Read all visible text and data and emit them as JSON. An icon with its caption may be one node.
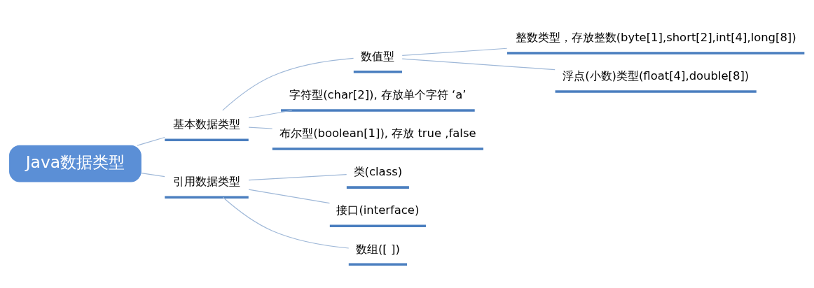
{
  "diagram": {
    "nodes": [
      {
        "text": [
          "Java数据类型"
        ]
      },
      {
        "text": [
          "基本数据类型"
        ]
      },
      {
        "text": [
          "引用数据类型"
        ]
      },
      {
        "text": [
          "数值型"
        ]
      },
      {
        "text": [
          "字符型(char[2]), 存放单个字符 ‘a’"
        ]
      },
      {
        "text": [
          "布尔型(boolean[1]), 存放 true ,false"
        ]
      },
      {
        "text": [
          "整数类型，存放整数(byte[1],short[2],int[4],long[8])"
        ]
      },
      {
        "text": [
          "浮点(小数)类型(float[4],double[8])"
        ]
      },
      {
        "text": [
          "类(class)"
        ]
      },
      {
        "text": [
          "接口(interface)"
        ]
      },
      {
        "text": [
          "数组([ ])"
        ]
      }
    ],
    "edges": [
      {
        "from": 0,
        "to": 1,
        "arrow": "none"
      },
      {
        "from": 0,
        "to": 2,
        "arrow": "none"
      },
      {
        "from": 1,
        "to": 3,
        "arrow": "none"
      },
      {
        "from": 1,
        "to": 4,
        "arrow": "none"
      },
      {
        "from": 1,
        "to": 5,
        "arrow": "none"
      },
      {
        "from": 3,
        "to": 6,
        "arrow": "none"
      },
      {
        "from": 3,
        "to": 7,
        "arrow": "none"
      },
      {
        "from": 2,
        "to": 8,
        "arrow": "none"
      },
      {
        "from": 2,
        "to": 9,
        "arrow": "none"
      },
      {
        "from": 2,
        "to": 10,
        "arrow": "none"
      }
    ]
  }
}
